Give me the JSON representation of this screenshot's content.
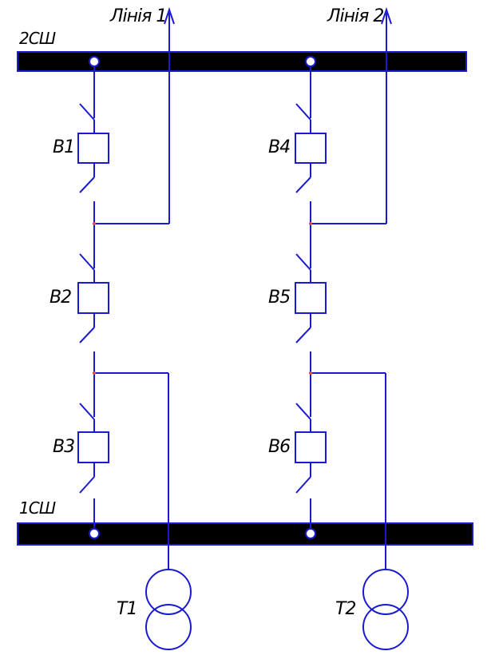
{
  "colors": {
    "wire": "#1a1ad0",
    "bus": "#000000",
    "bus_outline": "#1a1ad0",
    "junction": "#e04a4a"
  },
  "buses": {
    "upper": "2СШ",
    "lower": "1СШ"
  },
  "lines": {
    "line1": "Лінія 1",
    "line2": "Лінія 2"
  },
  "breakers": {
    "b1": "B1",
    "b2": "B2",
    "b3": "B3",
    "b4": "B4",
    "b5": "B5",
    "b6": "B6"
  },
  "transformers": {
    "t1": "T1",
    "t2": "T2"
  }
}
